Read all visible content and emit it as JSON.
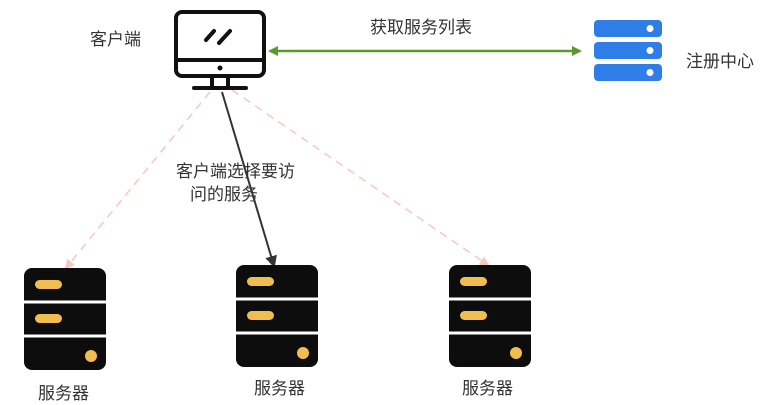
{
  "client": {
    "label": "客户端",
    "icon": "monitor-icon"
  },
  "registry": {
    "label": "注册中心",
    "icon": "server-stack-icon",
    "color": "#2f7de6"
  },
  "fetch_edge": {
    "label": "获取服务列表",
    "color": "#5b9a2a"
  },
  "select_edge": {
    "label_line1": "客户端选择要访",
    "label_line2": "问的服务",
    "color": "#333333"
  },
  "dashed_edges": {
    "color": "#f6c8c0"
  },
  "servers": [
    {
      "label": "服务器",
      "icon": "server-icon"
    },
    {
      "label": "服务器",
      "icon": "server-icon"
    },
    {
      "label": "服务器",
      "icon": "server-icon"
    }
  ],
  "server_colors": {
    "body": "#0d0d0d",
    "accent": "#f1bd4e"
  }
}
